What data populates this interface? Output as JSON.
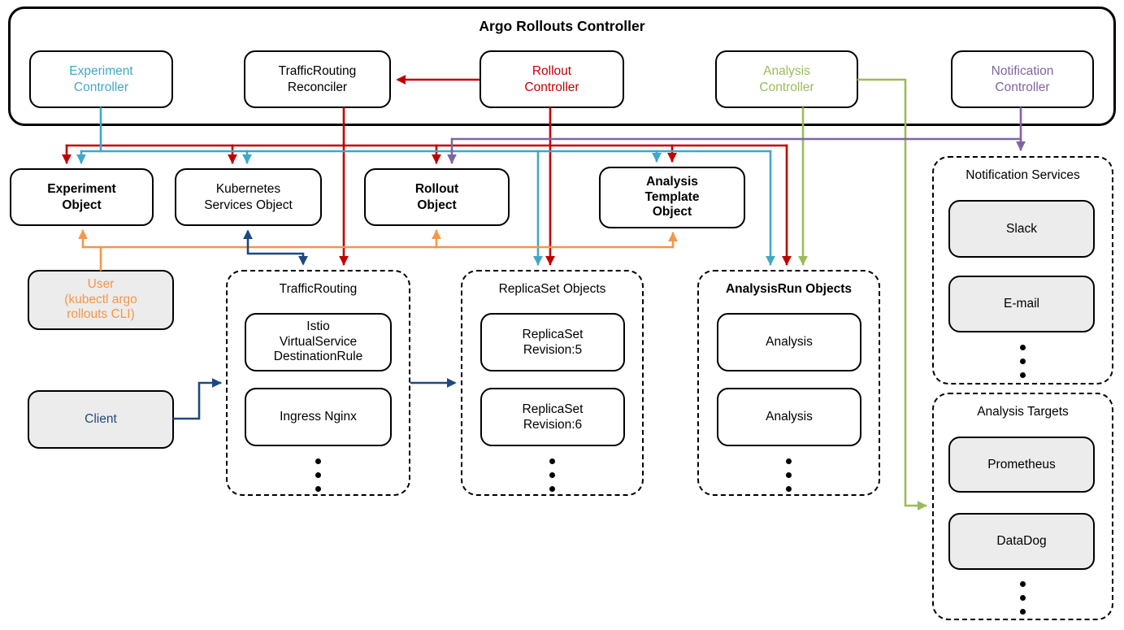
{
  "diagram_title": "Argo Rollouts Controller",
  "colors": {
    "experiment_flow": "#3FA8C8",
    "rollout_flow": "#C00000",
    "analysis_flow": "#9BBB59",
    "notification_flow": "#8064A2",
    "user_flow": "#F79646",
    "client_flow": "#1F497D",
    "gray_box_fill": "#ECECEC"
  },
  "controllers": [
    {
      "label": "Experiment\nController"
    },
    {
      "label": "TrafficRouting\nReconciler"
    },
    {
      "label": "Rollout\nController"
    },
    {
      "label": "Analysis\nController"
    },
    {
      "label": "Notification\nController"
    }
  ],
  "objects": [
    {
      "label": "Experiment\nObject"
    },
    {
      "label": "Kubernetes\nServices Object"
    },
    {
      "label": "Rollout\nObject"
    },
    {
      "label": "Analysis\nTemplate\nObject"
    }
  ],
  "actors": {
    "user": {
      "label": "User\n(kubectl argo\nrollouts CLI)"
    },
    "client": {
      "label": "Client"
    }
  },
  "groups": {
    "trafficrouting": {
      "title": "TrafficRouting",
      "items": [
        {
          "label": "Istio\nVirtualService\nDestinationRule"
        },
        {
          "label": "Ingress Nginx"
        }
      ]
    },
    "replicaset": {
      "title": "ReplicaSet Objects",
      "items": [
        {
          "label": "ReplicaSet\nRevision:5"
        },
        {
          "label": "ReplicaSet\nRevision:6"
        }
      ]
    },
    "analysisrun": {
      "title": "AnalysisRun Objects",
      "items": [
        {
          "label": "Analysis"
        },
        {
          "label": "Analysis"
        }
      ]
    },
    "notification_services": {
      "title": "Notification Services",
      "items": [
        {
          "label": "Slack"
        },
        {
          "label": "E-mail"
        }
      ]
    },
    "analysis_targets": {
      "title": "Analysis Targets",
      "items": [
        {
          "label": "Prometheus"
        },
        {
          "label": "DataDog"
        }
      ]
    }
  }
}
